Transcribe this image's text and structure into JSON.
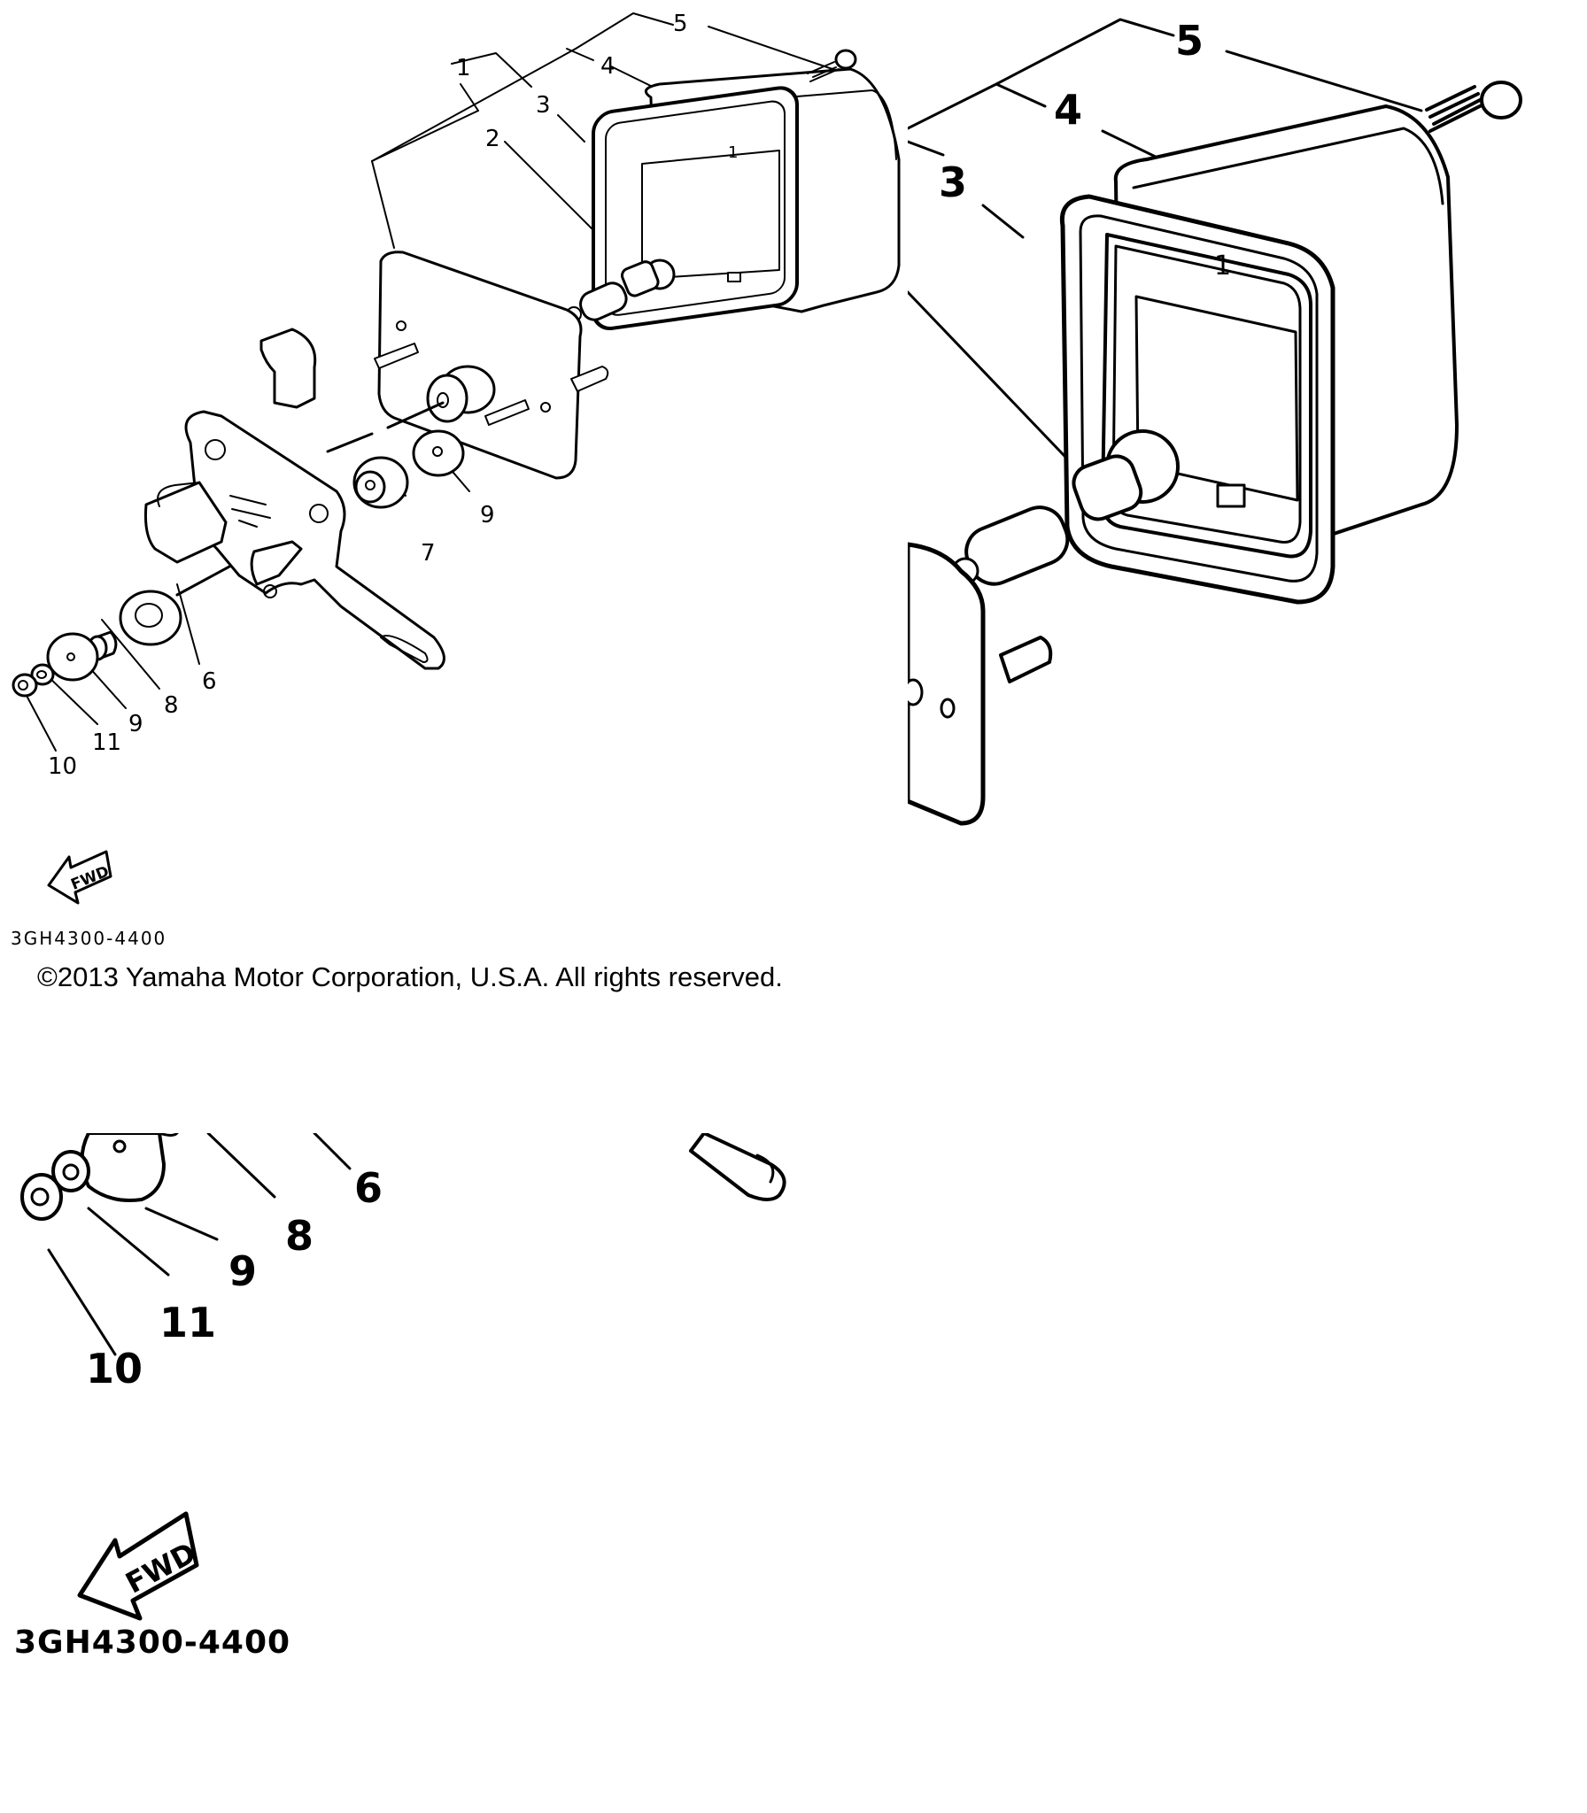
{
  "diagram": {
    "callouts": {
      "c1": "1",
      "c2": "2",
      "c3": "3",
      "c4": "4",
      "c5": "5",
      "c6": "6",
      "c7": "7",
      "c8": "8",
      "c9": "9",
      "c9b": "9",
      "c10": "10",
      "c11": "11"
    },
    "zoom_top_callouts": {
      "c5": "5",
      "c4": "4",
      "c3": "3"
    },
    "zoom_bottom_callouts": {
      "c6": "6",
      "c8": "8",
      "c9": "9",
      "c11": "11",
      "c10": "10"
    },
    "fwd_label": "FWD",
    "diagram_code": "3GH4300-4400",
    "lens_mark": "1"
  },
  "copyright": "©2013 Yamaha Motor Corporation, U.S.A. All rights reserved."
}
